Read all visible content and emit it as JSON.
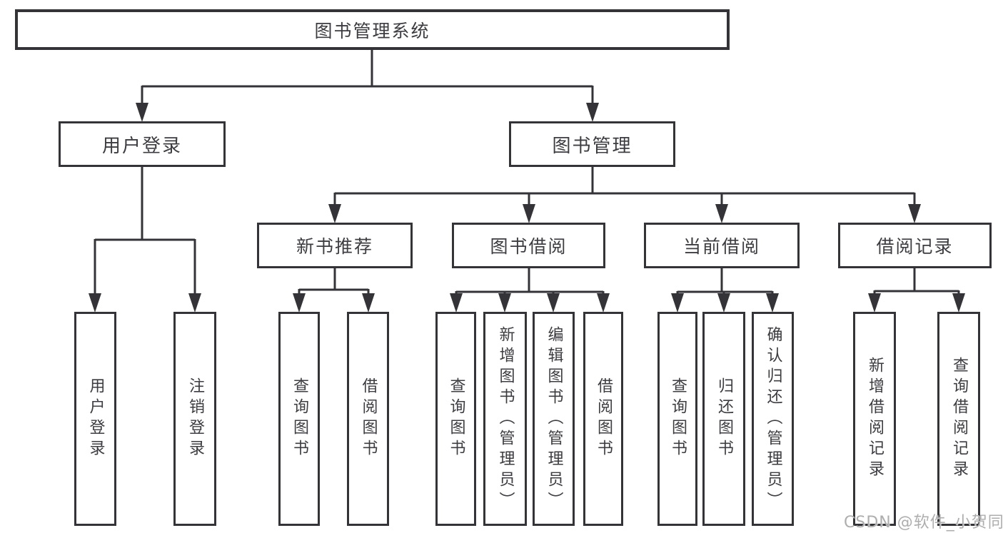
{
  "diagram": {
    "root": {
      "label": "图书管理系统"
    },
    "children": [
      {
        "label": "用户登录",
        "children": [
          {
            "label": "用户登录"
          },
          {
            "label": "注销登录"
          }
        ]
      },
      {
        "label": "图书管理",
        "children": [
          {
            "label": "新书推荐",
            "children": [
              {
                "label": "查询图书"
              },
              {
                "label": "借阅图书"
              }
            ]
          },
          {
            "label": "图书借阅",
            "children": [
              {
                "label": "查询图书"
              },
              {
                "label": "新增图书（管理员）"
              },
              {
                "label": "编辑图书（管理员）"
              },
              {
                "label": "借阅图书"
              }
            ]
          },
          {
            "label": "当前借阅",
            "children": [
              {
                "label": "查询图书"
              },
              {
                "label": "归还图书"
              },
              {
                "label": "确认归还（管理员）"
              }
            ]
          },
          {
            "label": "借阅记录",
            "children": [
              {
                "label": "新增借阅记录"
              },
              {
                "label": "查询借阅记录"
              }
            ]
          }
        ]
      }
    ]
  },
  "watermark": "CSDN @软件_小贺同学",
  "colors": {
    "line": "#343438",
    "text": "#3c3c41",
    "watermark": "#aeaeae",
    "background": "#ffffff"
  }
}
